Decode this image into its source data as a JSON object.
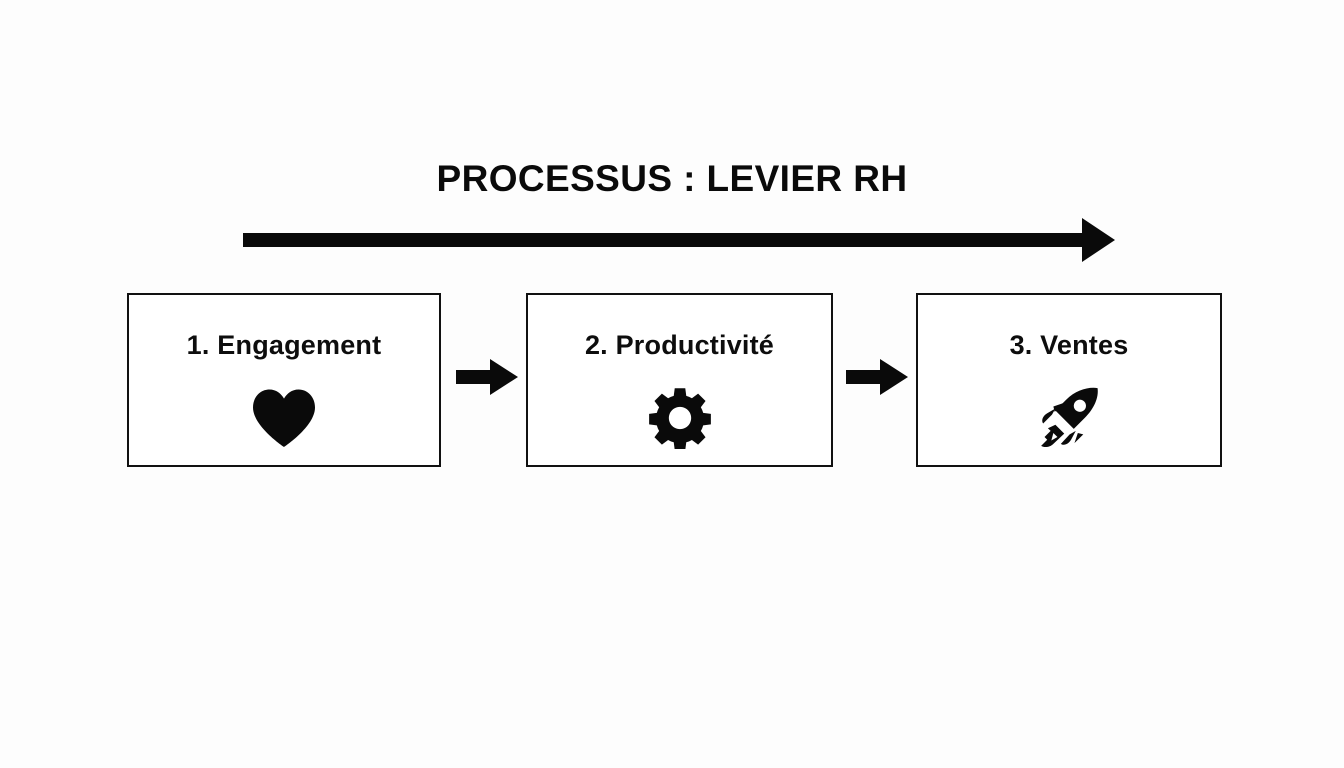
{
  "slide": {
    "title": "PROCESSUS : LEVIER RH",
    "background_color": "#fdfdfd",
    "ink_color": "#0a0a0a",
    "box_fill_color": "#ffffff",
    "box_border_color": "#111111"
  },
  "flow_arrow": {
    "direction": "left-to-right",
    "icon": "long-right-arrow-icon"
  },
  "steps": [
    {
      "number": "1.",
      "label": "1. Engagement",
      "icon": "heart-icon"
    },
    {
      "number": "2.",
      "label": "2. Productivité",
      "icon": "gear-icon"
    },
    {
      "number": "3.",
      "label": "3. Ventes",
      "icon": "rocket-icon"
    }
  ],
  "connectors": [
    {
      "icon": "right-arrow-icon",
      "from": "1. Engagement",
      "to": "2. Productivité"
    },
    {
      "icon": "right-arrow-icon",
      "from": "2. Productivité",
      "to": "3. Ventes"
    }
  ]
}
